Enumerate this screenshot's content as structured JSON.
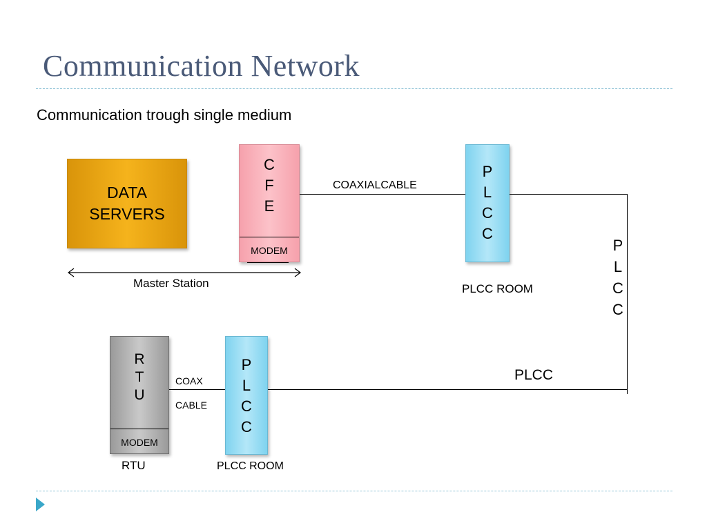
{
  "slide": {
    "title": "Communication Network",
    "subtitle": "Communication trough single medium"
  },
  "diagram": {
    "data_servers": {
      "line1": "DATA",
      "line2": "SERVERS"
    },
    "cfe": {
      "letters": [
        "C",
        "F",
        "E"
      ],
      "modem": "MODEM"
    },
    "master_station_label": "Master Station",
    "coaxial_cable_label": "COAXIALCABLE",
    "plcc_top": {
      "letters": [
        "P",
        "L",
        "C",
        "C"
      ]
    },
    "plcc_room_top_label": "PLCC ROOM",
    "plcc_vertical": {
      "letters": [
        "P",
        "L",
        "C",
        "C"
      ]
    },
    "plcc_line_label": "PLCC",
    "rtu": {
      "letters": [
        "R",
        "T",
        "U"
      ],
      "modem": "MODEM",
      "caption": "RTU"
    },
    "coax_label": "COAX",
    "cable_label": "CABLE",
    "plcc_bottom": {
      "letters": [
        "P",
        "L",
        "C",
        "C"
      ]
    },
    "plcc_room_bottom_label": "PLCC ROOM"
  },
  "colors": {
    "title": "#4a5a78",
    "data_servers_fill": "#f5b31c",
    "cfe_fill": "#fcc2c9",
    "plcc_fill": "#b4e7f8",
    "rtu_fill": "#c9c9c9",
    "accent": "#3aa7c9"
  }
}
